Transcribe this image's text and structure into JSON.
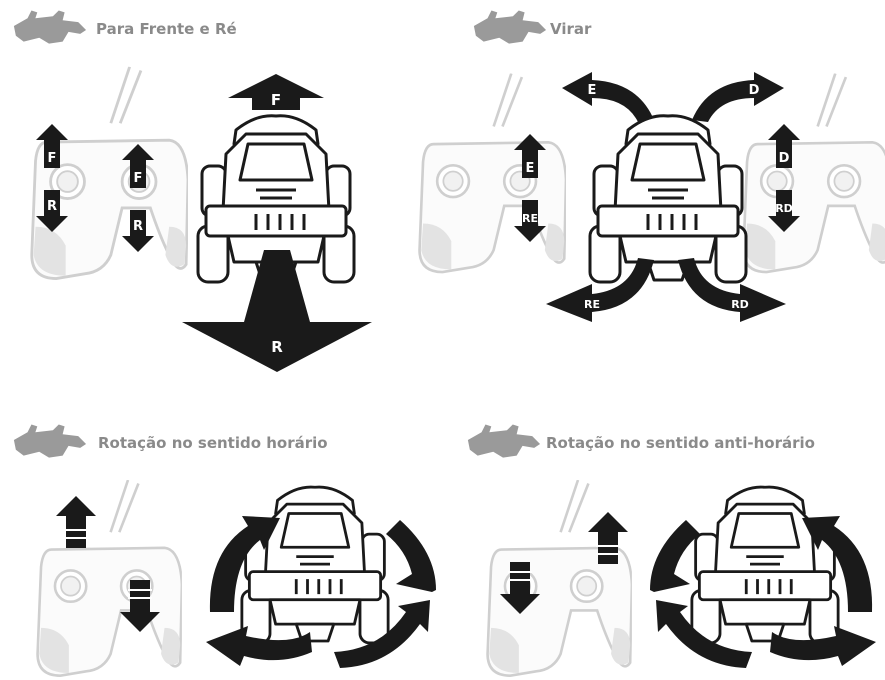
{
  "panels": [
    {
      "title": "Para Frente e Ré",
      "arrow_labels": {
        "forward": "F",
        "back": "R",
        "left_stick_up": "F",
        "left_stick_down": "R",
        "right_stick_up": "F",
        "right_stick_down": "R"
      }
    },
    {
      "title": "Virar",
      "arrow_labels": {
        "left": "E",
        "right": "D",
        "back_left": "RE",
        "back_right": "RD",
        "left_stick_up": "E",
        "left_stick_down": "RE",
        "right_stick_up": "D",
        "right_stick_down": "RD"
      }
    },
    {
      "title": "Rotação no sentido horário"
    },
    {
      "title": "Rotação no sentido anti-horário"
    }
  ]
}
